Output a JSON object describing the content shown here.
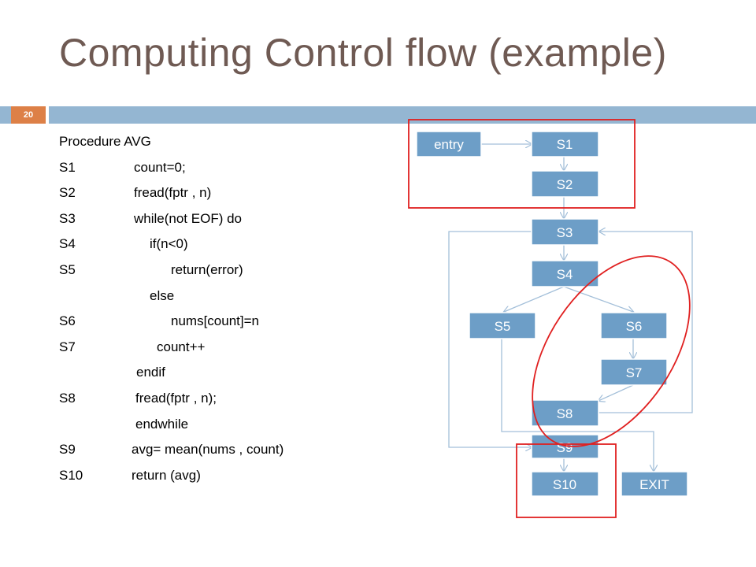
{
  "slide": {
    "title": "Computing Control flow (example)",
    "number": "20"
  },
  "code": {
    "lines": [
      {
        "label": "Procedure AVG",
        "text": ""
      },
      {
        "label": "S1",
        "text": "count=0;"
      },
      {
        "label": "S2",
        "text": "fread(fptr , n)"
      },
      {
        "label": "S3",
        "text": "while(not EOF) do"
      },
      {
        "label": "S4",
        "text": "if(n<0)"
      },
      {
        "label": "S5",
        "text": "return(error)"
      },
      {
        "label": "",
        "text": "else"
      },
      {
        "label": "S6",
        "text": "nums[count]=n"
      },
      {
        "label": "S7",
        "text": "count++"
      },
      {
        "label": "",
        "text": "endif"
      },
      {
        "label": "S8",
        "text": "fread(fptr , n);"
      },
      {
        "label": "",
        "text": "endwhile"
      },
      {
        "label": "S9",
        "text": "avg= mean(nums , count)"
      },
      {
        "label": "S10",
        "text": "return (avg)"
      }
    ]
  },
  "diagram": {
    "nodes": {
      "entry": "entry",
      "s1": "S1",
      "s2": "S2",
      "s3": "S3",
      "s4": "S4",
      "s5": "S5",
      "s6": "S6",
      "s7": "S7",
      "s8": "S8",
      "s9": "S9",
      "s10": "S10",
      "exit": "EXIT"
    }
  },
  "colors": {
    "title": "#6f5a53",
    "band": "#94b6d2",
    "slide_number_bg": "#dd8047",
    "node_fill": "#6d9ec7",
    "node_stroke": "#ffffff",
    "node_text": "#ffffff",
    "edge": "#a3bfd9",
    "highlight": "#e02020"
  }
}
